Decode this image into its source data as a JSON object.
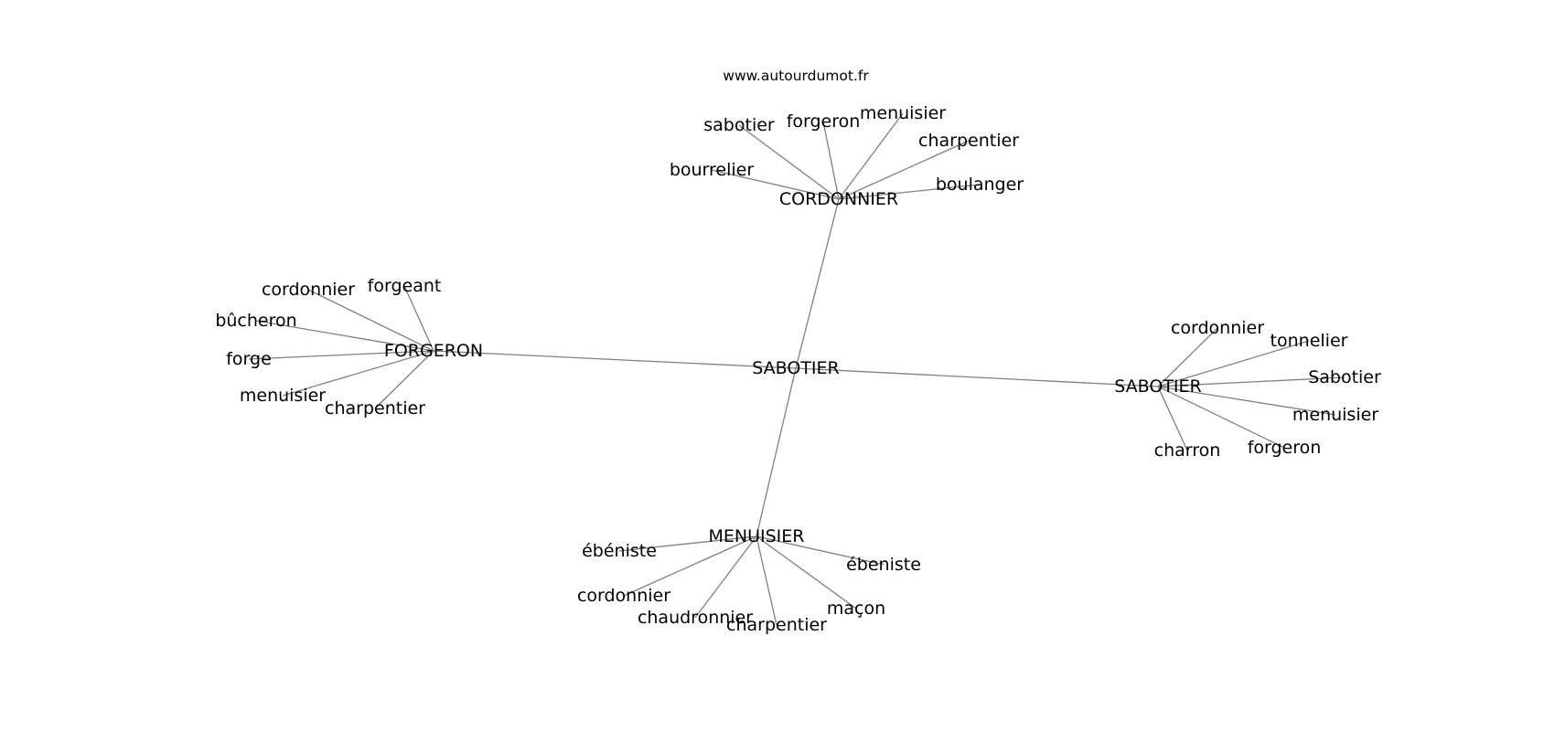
{
  "watermark": "www.autourdumot.fr",
  "graph": {
    "center": "SABOTIER",
    "hubs": [
      {
        "label": "CORDONNIER",
        "neighbors": [
          "sabotier",
          "forgeron",
          "menuisier",
          "charpentier",
          "boulanger",
          "bourrelier"
        ]
      },
      {
        "label": "FORGERON",
        "neighbors": [
          "cordonnier",
          "forgeant",
          "bûcheron",
          "forge",
          "menuisier",
          "charpentier"
        ]
      },
      {
        "label": "SABOTIER",
        "neighbors": [
          "cordonnier",
          "tonnelier",
          "Sabotier",
          "menuisier",
          "forgeron",
          "charron"
        ]
      },
      {
        "label": "MENUISIER",
        "neighbors": [
          "ébéniste",
          "cordonnier",
          "chaudronnier",
          "charpentier",
          "maçon",
          "ébeniste"
        ]
      }
    ]
  },
  "colors": {
    "edge": "#808080",
    "text": "#000000",
    "background": "#ffffff"
  }
}
